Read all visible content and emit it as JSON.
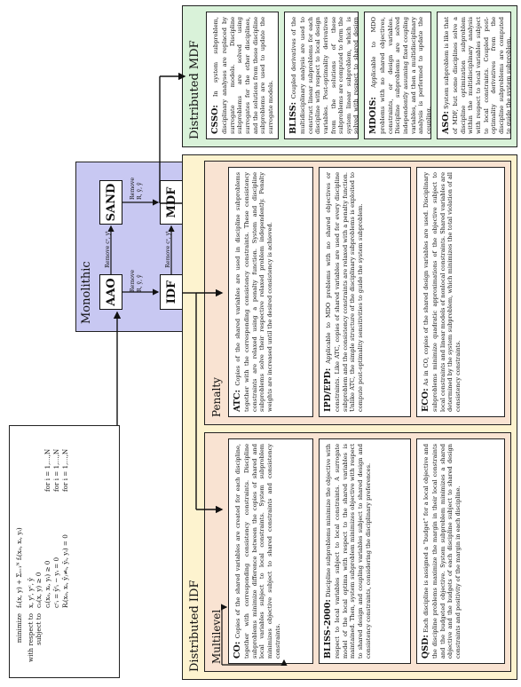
{
  "formula": {
    "line1_label": "minimize",
    "line1_expr": "f₀(x, y) + Σᵢ₌₁ᴺ fᵢ(x₀, xᵢ, yᵢ)",
    "line2_label": "with respect to",
    "line2_expr": "x, yᵗ, yᶜ, ȳ",
    "line3_label": "subject to",
    "line3_expr": "c₀(x, y) ≥ 0",
    "line4_expr": "cᵢ(x₀, xᵢ, yᵢ) ≥ 0",
    "line4_cond": "for  i = 1,…,N",
    "line5_expr": "cᶜᵢ = ŷᵗᵢ − yᵢ = 0",
    "line5_cond": "for  i = 1,…,N",
    "line6_expr": "Rᵢ(x₀, xᵢ, ŷⱼ≠ᵢ, ȳᵢ, yᵢ) = 0",
    "line6_cond": "for  i = 1,…,N"
  },
  "monolithic": {
    "title": "Monolithic",
    "aao": "AAO",
    "sand": "SAND",
    "idf": "IDF",
    "mdf": "MDF",
    "label_aao_sand": "Remove cᶜ, yᵗ",
    "label_aao_idf_1": "Remove",
    "label_aao_idf_2": "R, ȳ, ŷ",
    "label_sand_mdf_1": "Remove",
    "label_sand_mdf_2": "R, ȳ, ŷ",
    "label_idf_mdf": "Remove cᶜ, yᵗ"
  },
  "distributed_mdf": {
    "title": "Distributed MDF",
    "cards": [
      {
        "name": "CSSO:",
        "text": "In system subproblem, disciplinary analyses are replaced by surrogate models. Discipline subproblems are solved using surrogates for the other disciplines, and the solutions from these discipline subproblems are used to update the surrogate models."
      },
      {
        "name": "BLISS:",
        "text": "Coupled derivatives of the multidisciplinary analysis are used to construct linear subproblems for each discipline with respect to local design variables. Post-optimality derivatives from the solutions of these subproblems are computed to form the system linear subproblem, which is solved with respect to shared design variables."
      },
      {
        "name": "MDOIS:",
        "text": "Applicable to MDO problems with no shared objectives, constraints, or design variables. Discipline subproblems are solved independently assuming fixed coupling variables, and then a multidisciplinary analysis is performed to update the coupling."
      },
      {
        "name": "ASO:",
        "text": "System subproblem is like that of MDF, but some disciplines solve a discipline optimization subproblem within the multidisciplinary analysis with respect to local variables subject to local constraints. Coupled post-optimality derivatives from the discipline subproblems are computed to guide the system subproblem."
      }
    ]
  },
  "distributed_idf": {
    "title": "Distributed IDF",
    "penalty": {
      "title": "Penalty",
      "cards": [
        {
          "name": "ATC:",
          "text": "Copies of the shared variables are used in discipline subproblems together with the corresponding consistency constraints. These consistency constraints are relaxed using a penalty function. System and discipline subproblems solve their respective relaxed problem independently. Penalty weights are increased until the desired consistency is achieved."
        },
        {
          "name": "IPD/EPD:",
          "text": "Applicable to MDO problems with no shared objectives or constraints. Like ATC, copies of shared variables are used for every discipline subproblem and the consistency constraints are relaxed with a penalty function. Unlike ATC, the simple structure of the disciplinary subproblems is exploited to compute post-optimality sensitivities to guide the system subproblem."
        },
        {
          "name": "ECO:",
          "text": "As in CO, copies of the shared design variables are used. Disciplinary subproblems minimize quadratic approximations of the objective subject to local constraints and linear models of nonlocal constraints. Shared variables are determined by the system subproblem, which minimizes the total violation of all consistency constraints."
        }
      ]
    },
    "multilevel": {
      "title": "Multilevel",
      "cards": [
        {
          "name": "CO:",
          "text": "Copies of the shared variables are created for each discipline, together with corresponding consistency constraints. Discipline subproblems minimize difference between the copies of shared and local variables subject to local constraints. System subproblem minimizes objective subject to shared constraints and consistency constraints."
        },
        {
          "name": "BLISS-2000:",
          "text": "Discipline subproblems minimize the objective with respect to local variables subject to local constraints. A surrogate model of the local optima with respect to the shared variables is maintained. Then, system subproblem minimizes objective with respect to shared design and coupling variables subject to shared design and consistency constraints, considering the disciplinary preferences."
        },
        {
          "name": "QSD:",
          "text": "Each discipline is assigned a “budget” for a local objective and the discipline problems maximize the margin in their local constraints and the budgeted objective. System subproblem minimizes a shared objective and the budgets of each discipline subject to shared design constraints and positivity of the margin in each discipline."
        }
      ]
    }
  }
}
